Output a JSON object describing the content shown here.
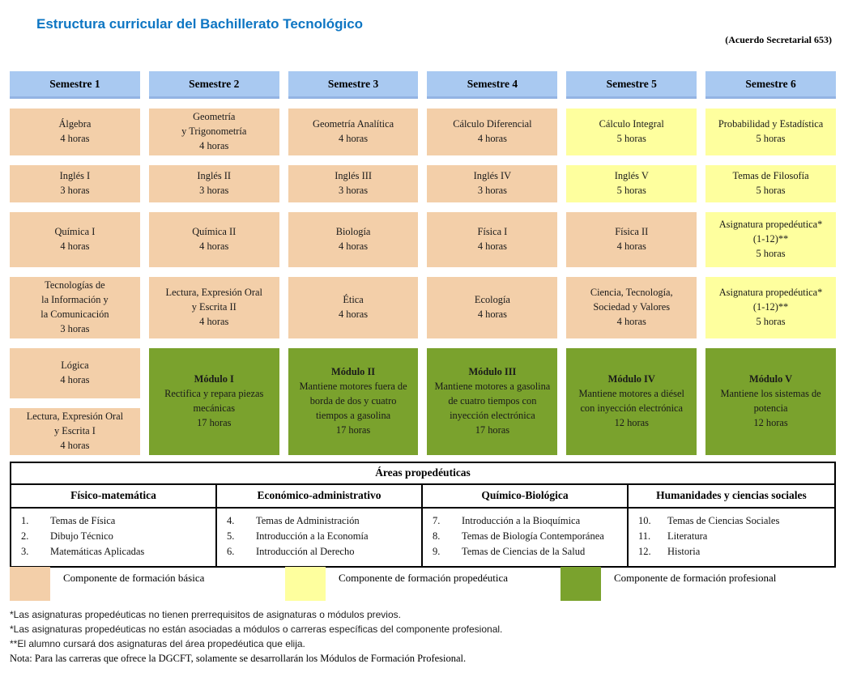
{
  "title": "Estructura curricular del Bachillerato Tecnológico",
  "acuerdo": "(Acuerdo Secretarial 653)",
  "colors": {
    "header_bg": "#a9c9f1",
    "basica": "#f3cfa9",
    "propedeutica": "#feff9e",
    "profesional": "#7aa22d",
    "title_blue": "#0e76c3"
  },
  "grid": {
    "columns": [
      {
        "semester": "Semestre 1",
        "cells": [
          {
            "row": "1",
            "type": "basica",
            "lines": [
              "Álgebra",
              "4 horas"
            ]
          },
          {
            "row": "2",
            "type": "basica",
            "lines": [
              "Inglés I",
              "3 horas"
            ]
          },
          {
            "row": "3",
            "type": "basica",
            "lines": [
              "Química I",
              "4 horas"
            ]
          },
          {
            "row": "4",
            "type": "basica",
            "lines": [
              "Tecnologías de",
              "la Información y",
              "la Comunicación",
              "3 horas"
            ]
          },
          {
            "row": "tall-top",
            "type": "basica",
            "lines": [
              "Lógica",
              "4 horas"
            ]
          },
          {
            "row": "tall-bottom",
            "type": "basica",
            "lines": [
              "Lectura, Expresión Oral",
              "y Escrita I",
              "4 horas"
            ]
          }
        ]
      },
      {
        "semester": "Semestre 2",
        "cells": [
          {
            "row": "1",
            "type": "basica",
            "lines": [
              "Geometría",
              "y Trigonometría",
              "4 horas"
            ]
          },
          {
            "row": "2",
            "type": "basica",
            "lines": [
              "Inglés II",
              "3 horas"
            ]
          },
          {
            "row": "3",
            "type": "basica",
            "lines": [
              "Química II",
              "4 horas"
            ]
          },
          {
            "row": "4",
            "type": "basica",
            "lines": [
              "Lectura, Expresión Oral",
              "y Escrita II",
              "4 horas"
            ]
          },
          {
            "row": "tall",
            "type": "profesional",
            "bold_first": true,
            "lines": [
              "Módulo I",
              "Rectifica y repara piezas",
              "mecánicas",
              "17 horas"
            ]
          }
        ]
      },
      {
        "semester": "Semestre 3",
        "cells": [
          {
            "row": "1",
            "type": "basica",
            "lines": [
              "Geometría Analítica",
              "4 horas"
            ]
          },
          {
            "row": "2",
            "type": "basica",
            "lines": [
              "Inglés III",
              "3 horas"
            ]
          },
          {
            "row": "3",
            "type": "basica",
            "lines": [
              "Biología",
              "4 horas"
            ]
          },
          {
            "row": "4",
            "type": "basica",
            "lines": [
              "Ética",
              "4 horas"
            ]
          },
          {
            "row": "tall",
            "type": "profesional",
            "bold_first": true,
            "lines": [
              "Módulo II",
              "Mantiene motores fuera de",
              "borda de dos y cuatro",
              "tiempos a gasolina",
              "17 horas"
            ]
          }
        ]
      },
      {
        "semester": "Semestre 4",
        "cells": [
          {
            "row": "1",
            "type": "basica",
            "lines": [
              "Cálculo Diferencial",
              "4 horas"
            ]
          },
          {
            "row": "2",
            "type": "basica",
            "lines": [
              "Inglés IV",
              "3 horas"
            ]
          },
          {
            "row": "3",
            "type": "basica",
            "lines": [
              "Física I",
              "4 horas"
            ]
          },
          {
            "row": "4",
            "type": "basica",
            "lines": [
              "Ecología",
              "4 horas"
            ]
          },
          {
            "row": "tall",
            "type": "profesional",
            "bold_first": true,
            "lines": [
              "Módulo III",
              "Mantiene motores a gasolina",
              "de cuatro tiempos con",
              "inyección electrónica",
              "17 horas"
            ]
          }
        ]
      },
      {
        "semester": "Semestre 5",
        "cells": [
          {
            "row": "1",
            "type": "propedeutica",
            "lines": [
              "Cálculo Integral",
              "5 horas"
            ]
          },
          {
            "row": "2",
            "type": "propedeutica",
            "lines": [
              "Inglés V",
              "5 horas"
            ]
          },
          {
            "row": "3",
            "type": "basica",
            "lines": [
              "Física II",
              "4 horas"
            ]
          },
          {
            "row": "4",
            "type": "basica",
            "lines": [
              "Ciencia, Tecnología,",
              "Sociedad y Valores",
              "4 horas"
            ]
          },
          {
            "row": "tall",
            "type": "profesional",
            "bold_first": true,
            "lines": [
              "Módulo IV",
              "Mantiene motores a diésel",
              "con inyección electrónica",
              "12 horas"
            ]
          }
        ]
      },
      {
        "semester": "Semestre 6",
        "cells": [
          {
            "row": "1",
            "type": "propedeutica",
            "lines": [
              "Probabilidad y Estadística",
              "5 horas"
            ]
          },
          {
            "row": "2",
            "type": "propedeutica",
            "lines": [
              "Temas de Filosofía",
              "5 horas"
            ]
          },
          {
            "row": "3",
            "type": "propedeutica",
            "lines": [
              "Asignatura propedéutica*",
              "(1-12)**",
              "5 horas"
            ]
          },
          {
            "row": "4",
            "type": "propedeutica",
            "lines": [
              "Asignatura propedéutica*",
              "(1-12)**",
              "5 horas"
            ]
          },
          {
            "row": "tall",
            "type": "profesional",
            "bold_first": true,
            "lines": [
              "Módulo V",
              "Mantiene los sistemas de",
              "potencia",
              "12 horas"
            ]
          }
        ]
      }
    ]
  },
  "areas_table": {
    "title": "Áreas propedéuticas",
    "columns": [
      {
        "header": "Físico-matemática",
        "items": [
          {
            "num": "1.",
            "label": "Temas de Física"
          },
          {
            "num": "2.",
            "label": "Dibujo Técnico"
          },
          {
            "num": "3.",
            "label": "Matemáticas Aplicadas"
          }
        ]
      },
      {
        "header": "Económico-administrativo",
        "items": [
          {
            "num": "4.",
            "label": "Temas de Administración"
          },
          {
            "num": "5.",
            "label": "Introducción a la Economía"
          },
          {
            "num": "6.",
            "label": "Introducción al Derecho"
          }
        ]
      },
      {
        "header": "Químico-Biológica",
        "items": [
          {
            "num": "7.",
            "label": "Introducción a la Bioquímica"
          },
          {
            "num": "8.",
            "label": "Temas de Biología Contemporánea"
          },
          {
            "num": "9.",
            "label": "Temas de Ciencias de la Salud"
          }
        ]
      },
      {
        "header": "Humanidades y ciencias sociales",
        "items": [
          {
            "num": "10.",
            "label": "Temas de Ciencias Sociales"
          },
          {
            "num": "11.",
            "label": "Literatura"
          },
          {
            "num": "12.",
            "label": "Historia"
          }
        ]
      }
    ]
  },
  "legend": [
    {
      "type": "basica",
      "label": "Componente de formación básica"
    },
    {
      "type": "propedeutica",
      "label": "Componente de formación propedéutica"
    },
    {
      "type": "profesional",
      "label": "Componente de formación profesional"
    }
  ],
  "footnotes": [
    "*Las asignaturas propedéuticas no tienen prerrequisitos de asignaturas o módulos previos.",
    "*Las asignaturas propedéuticas no están asociadas a módulos o carreras específicas del componente profesional.",
    "**El alumno cursará dos asignaturas del área propedéutica que elija."
  ],
  "nota": "Nota: Para las carreras que ofrece la DGCFT, solamente se desarrollarán los Módulos de Formación Profesional."
}
